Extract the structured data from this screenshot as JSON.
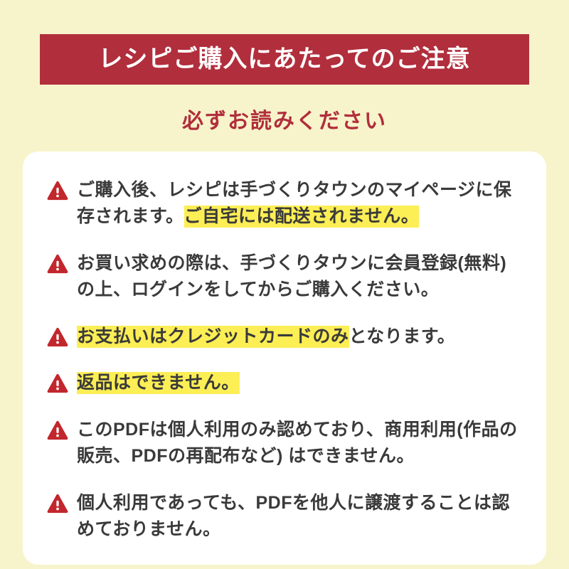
{
  "banner": {
    "title": "レシピご購入にあたってのご注意"
  },
  "subtitle": "必ずお読みください",
  "notices": [
    {
      "segments": [
        {
          "text": "ご購入後、レシピは手づくりタウンのマイページに保存されます。",
          "highlight": false
        },
        {
          "text": "ご自宅には配送されません。",
          "highlight": true
        }
      ]
    },
    {
      "segments": [
        {
          "text": "お買い求めの際は、手づくりタウンに会員登録(無料)の上、ログインをしてからご購入ください。",
          "highlight": false
        }
      ]
    },
    {
      "segments": [
        {
          "text": "お支払いはクレジットカードのみ",
          "highlight": true
        },
        {
          "text": "となります。",
          "highlight": false
        }
      ]
    },
    {
      "segments": [
        {
          "text": "返品はできません。",
          "highlight": true
        }
      ]
    },
    {
      "segments": [
        {
          "text": "このPDFは個人利用のみ認めており、商用利用(作品の販売、PDFの再配布など) はできません。",
          "highlight": false
        }
      ]
    },
    {
      "segments": [
        {
          "text": "個人利用であっても、PDFを他人に譲渡することは認めておりません。",
          "highlight": false
        }
      ]
    }
  ],
  "icons": {
    "warning": "warning-triangle-icon"
  },
  "colors": {
    "page_background": "#f7f4cb",
    "banner_background": "#b12e3c",
    "subtitle_text": "#b12e3c",
    "card_background": "#ffffff",
    "highlight": "#fcee55",
    "warning_icon": "#c1272d",
    "body_text": "#3a3a3a"
  }
}
